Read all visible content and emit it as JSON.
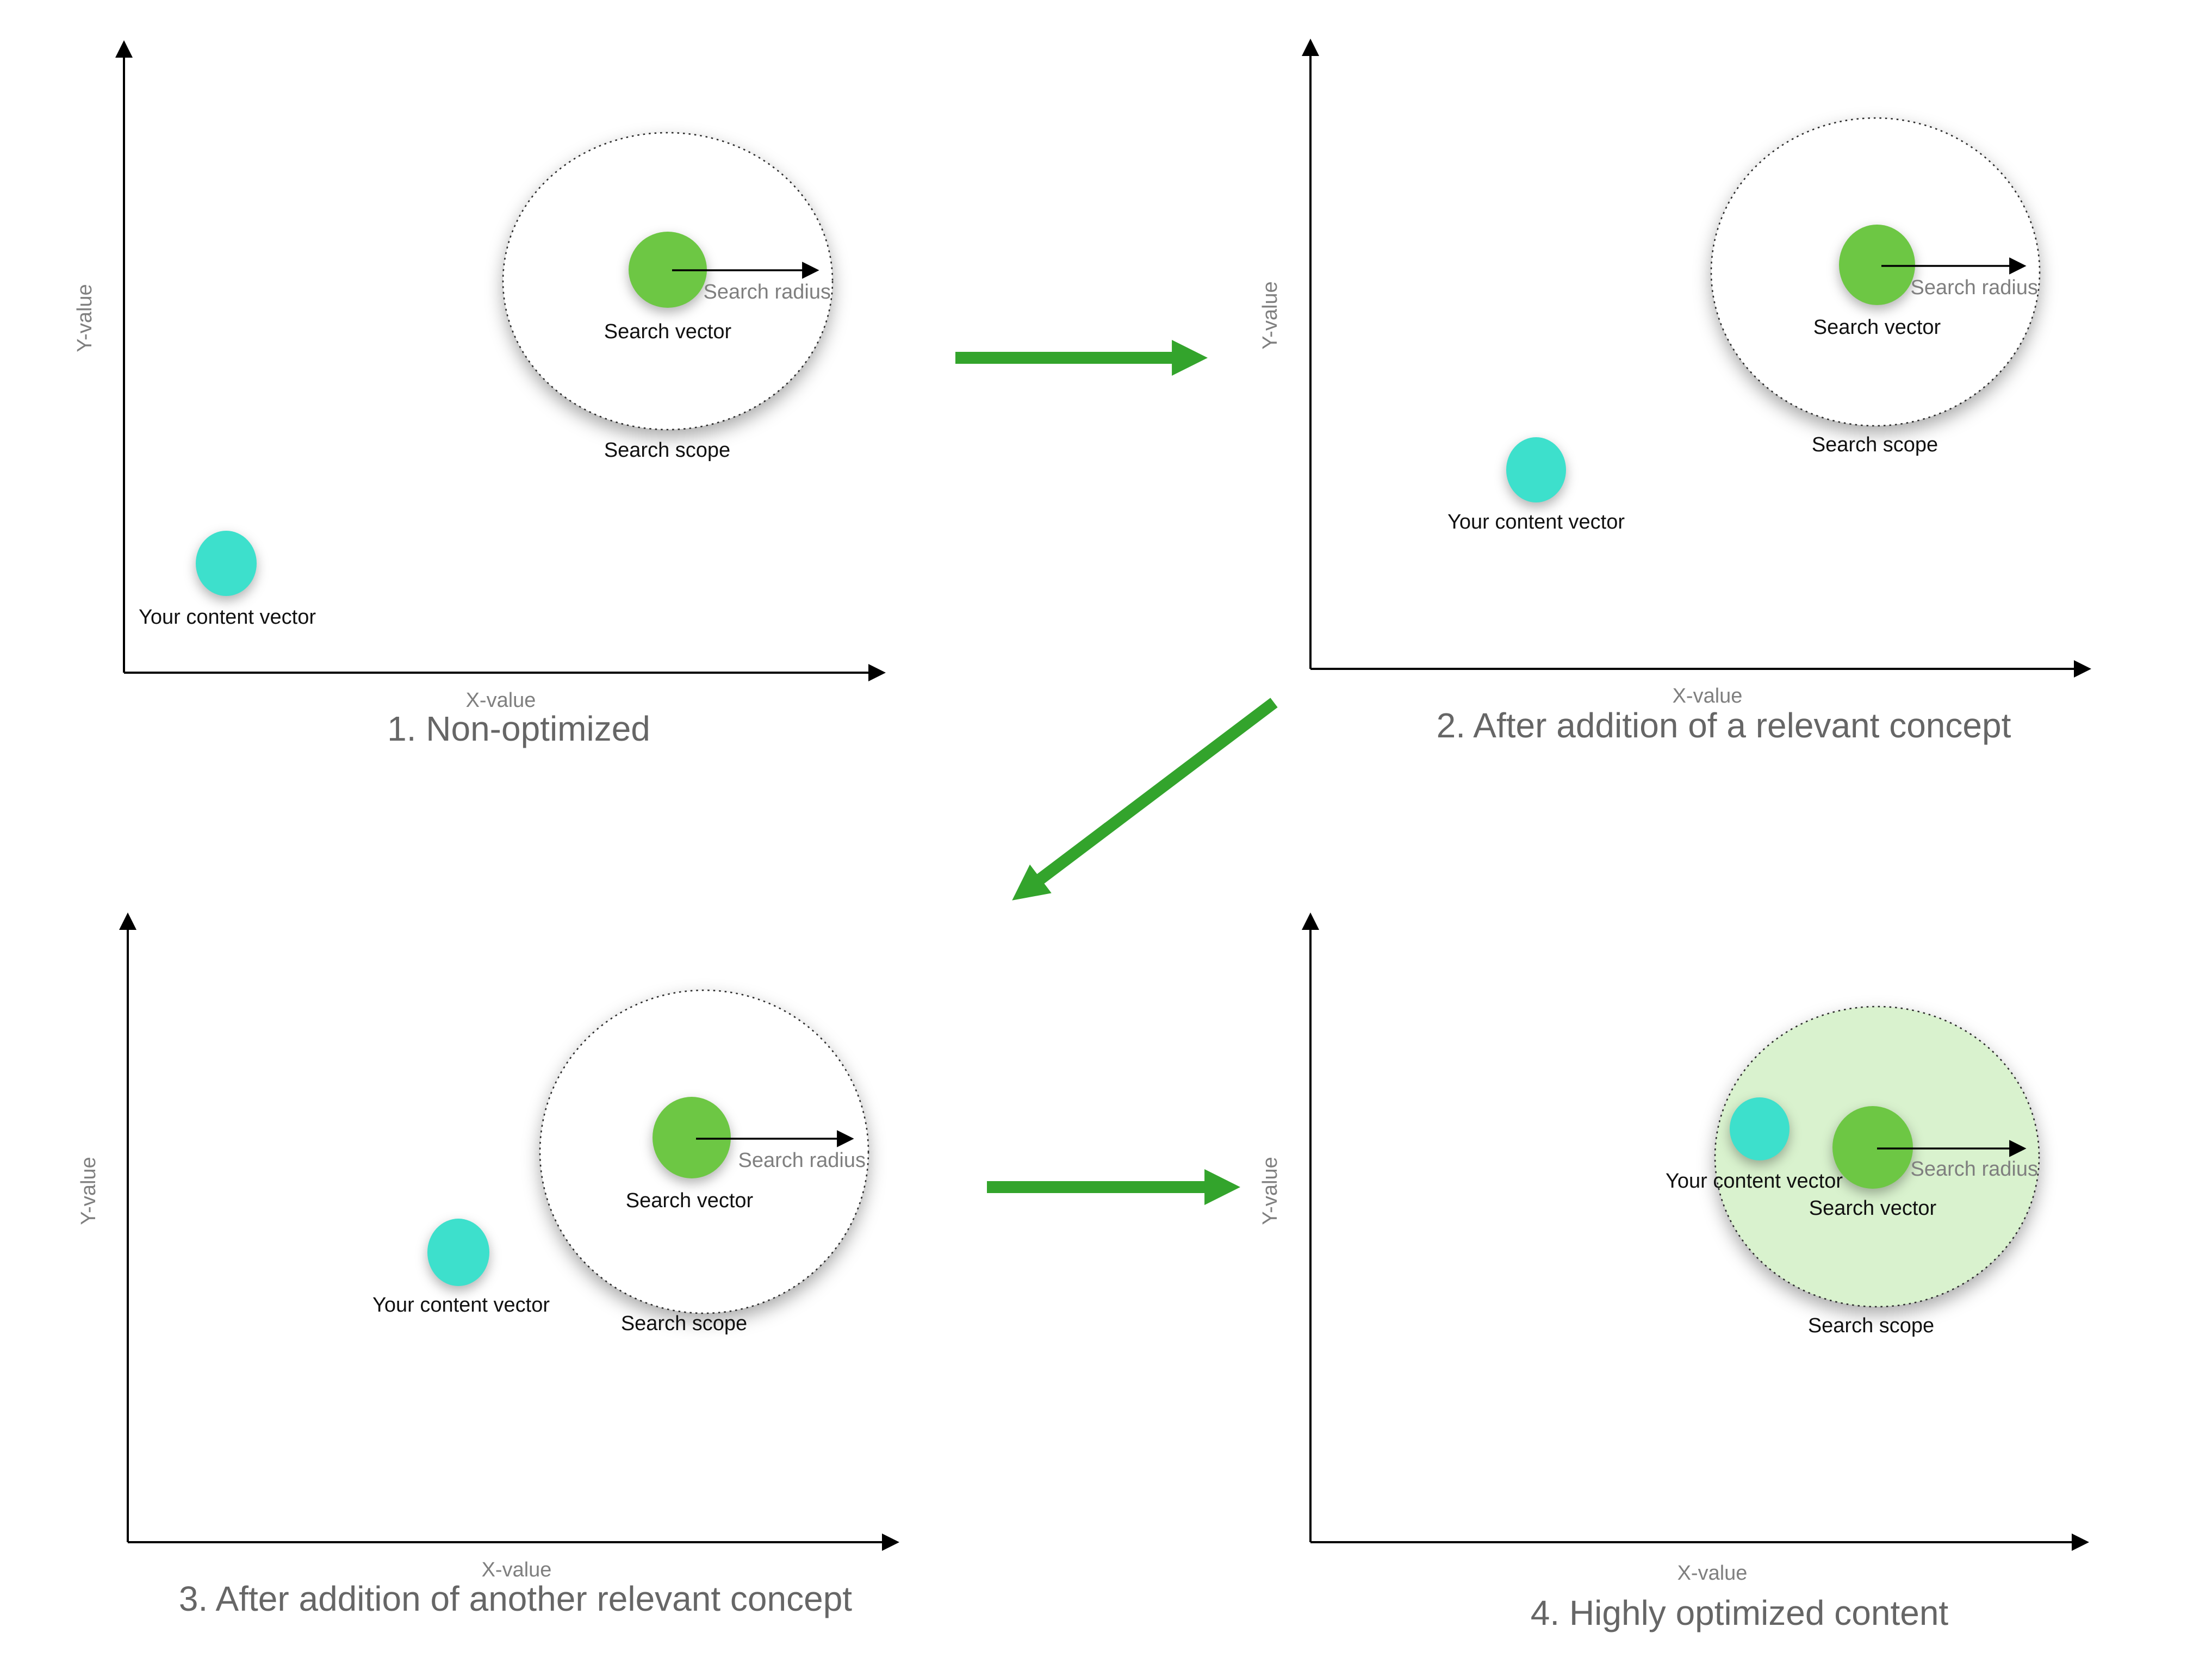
{
  "diagram_title": "Vector search content optimization steps",
  "colors": {
    "search_vector_green": "#6DC744",
    "content_vector_teal": "#3DE0CC",
    "optimized_scope_fill": "#D9F2CE",
    "flow_arrow_green": "#33A42C",
    "axis_black": "#000000",
    "muted_label_gray": "#7F7F7F",
    "title_gray": "#666666"
  },
  "panels": [
    {
      "title": "1. Non-optimized",
      "x_label": "X-value",
      "y_label": "Y-value",
      "search_vector": "Search vector",
      "search_radius": "Search radius",
      "search_scope": "Search scope",
      "content_vector": "Your content vector",
      "content_inside_scope": "no"
    },
    {
      "title": "2. After addition of a relevant concept",
      "x_label": "X-value",
      "y_label": "Y-value",
      "search_vector": "Search vector",
      "search_radius": "Search radius",
      "search_scope": "Search scope",
      "content_vector": "Your content vector",
      "content_inside_scope": "no"
    },
    {
      "title": "3. After addition of another relevant concept",
      "x_label": "X-value",
      "y_label": "Y-value",
      "search_vector": "Search vector",
      "search_radius": "Search radius",
      "search_scope": "Search scope",
      "content_vector": "Your content vector",
      "content_inside_scope": "no"
    },
    {
      "title": "4. Highly optimized content",
      "x_label": "X-value",
      "y_label": "Y-value",
      "search_vector": "Search vector",
      "search_radius": "Search radius",
      "search_scope": "Search scope",
      "content_vector": "Your content vector",
      "content_inside_scope": "yes"
    }
  ],
  "flow_arrows": [
    {
      "id": "step-1-to-2",
      "direction": "right"
    },
    {
      "id": "step-2-to-3",
      "direction": "down-left"
    },
    {
      "id": "step-3-to-4",
      "direction": "right"
    }
  ]
}
